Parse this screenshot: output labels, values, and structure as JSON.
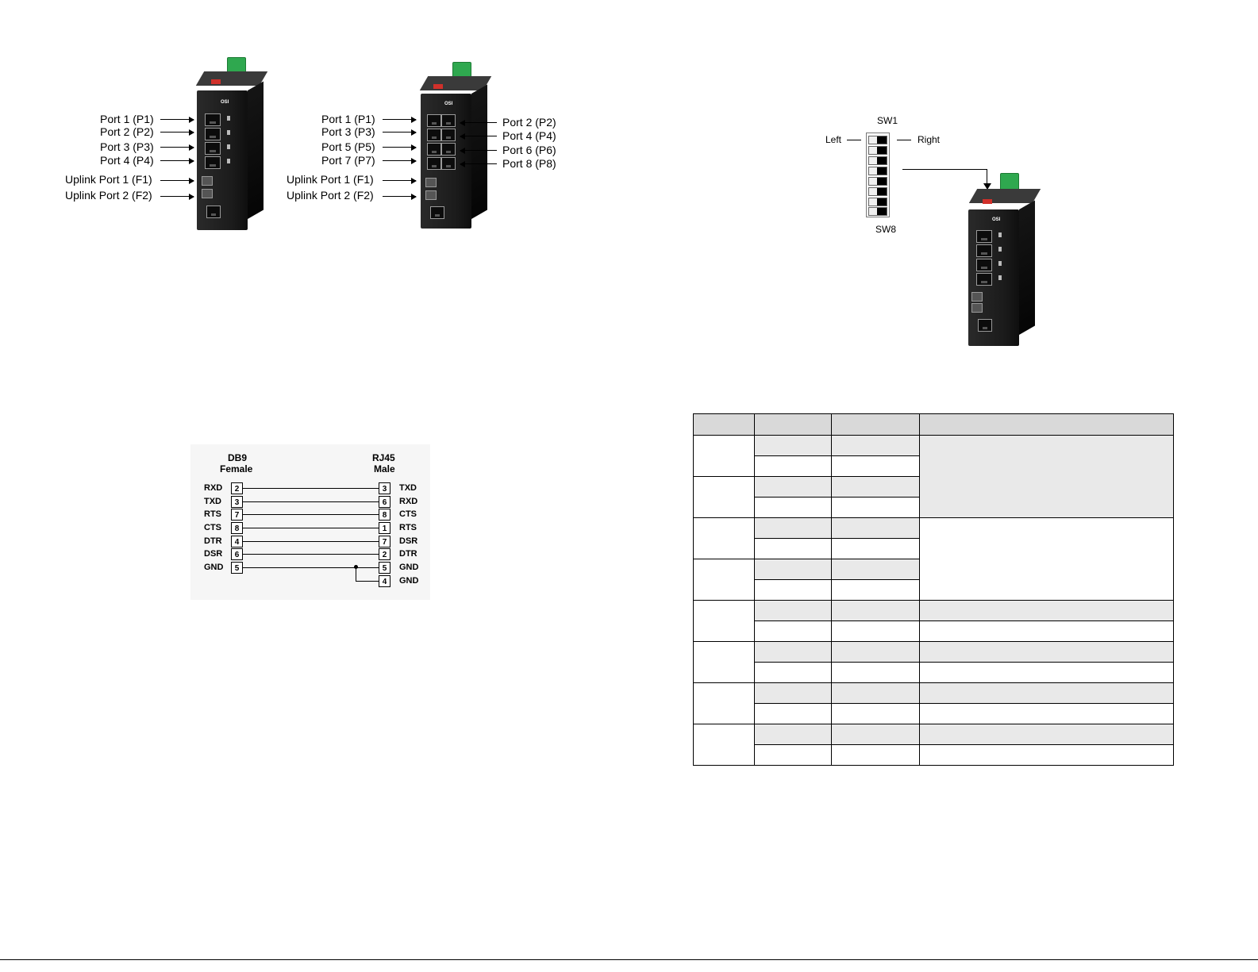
{
  "figure1": {
    "left_device_labels": [
      "Port 1 (P1)",
      "Port 2 (P2)",
      "Port 3 (P3)",
      "Port 4 (P4)",
      "Uplink Port 1 (F1)",
      "Uplink Port 2 (F2)"
    ],
    "right_device_left_labels": [
      "Port 1 (P1)",
      "Port 3 (P3)",
      "Port 5 (P5)",
      "Port 7 (P7)",
      "Uplink Port 1 (F1)",
      "Uplink Port 2 (F2)"
    ],
    "right_device_right_labels": [
      "Port 2 (P2)",
      "Port 4 (P4)",
      "Port 6 (P6)",
      "Port 8 (P8)"
    ]
  },
  "dip_figure": {
    "top_label": "SW1",
    "bottom_label": "SW8",
    "left_label": "Left",
    "right_label": "Right"
  },
  "wiring": {
    "db9_title_1": "DB9",
    "db9_title_2": "Female",
    "rj45_title_1": "RJ45",
    "rj45_title_2": "Male",
    "rows": [
      {
        "db9_sig": "RXD",
        "db9_pin": "2",
        "rj_pin": "3",
        "rj_sig": "TXD"
      },
      {
        "db9_sig": "TXD",
        "db9_pin": "3",
        "rj_pin": "6",
        "rj_sig": "RXD"
      },
      {
        "db9_sig": "RTS",
        "db9_pin": "7",
        "rj_pin": "8",
        "rj_sig": "CTS"
      },
      {
        "db9_sig": "CTS",
        "db9_pin": "8",
        "rj_pin": "1",
        "rj_sig": "RTS"
      },
      {
        "db9_sig": "DTR",
        "db9_pin": "4",
        "rj_pin": "7",
        "rj_sig": "DSR"
      },
      {
        "db9_sig": "DSR",
        "db9_pin": "6",
        "rj_pin": "2",
        "rj_sig": "DTR"
      },
      {
        "db9_sig": "GND",
        "db9_pin": "5",
        "rj_pin": "5",
        "rj_sig": "GND"
      },
      {
        "db9_sig": "",
        "db9_pin": "",
        "rj_pin": "4",
        "rj_sig": "GND"
      }
    ]
  }
}
